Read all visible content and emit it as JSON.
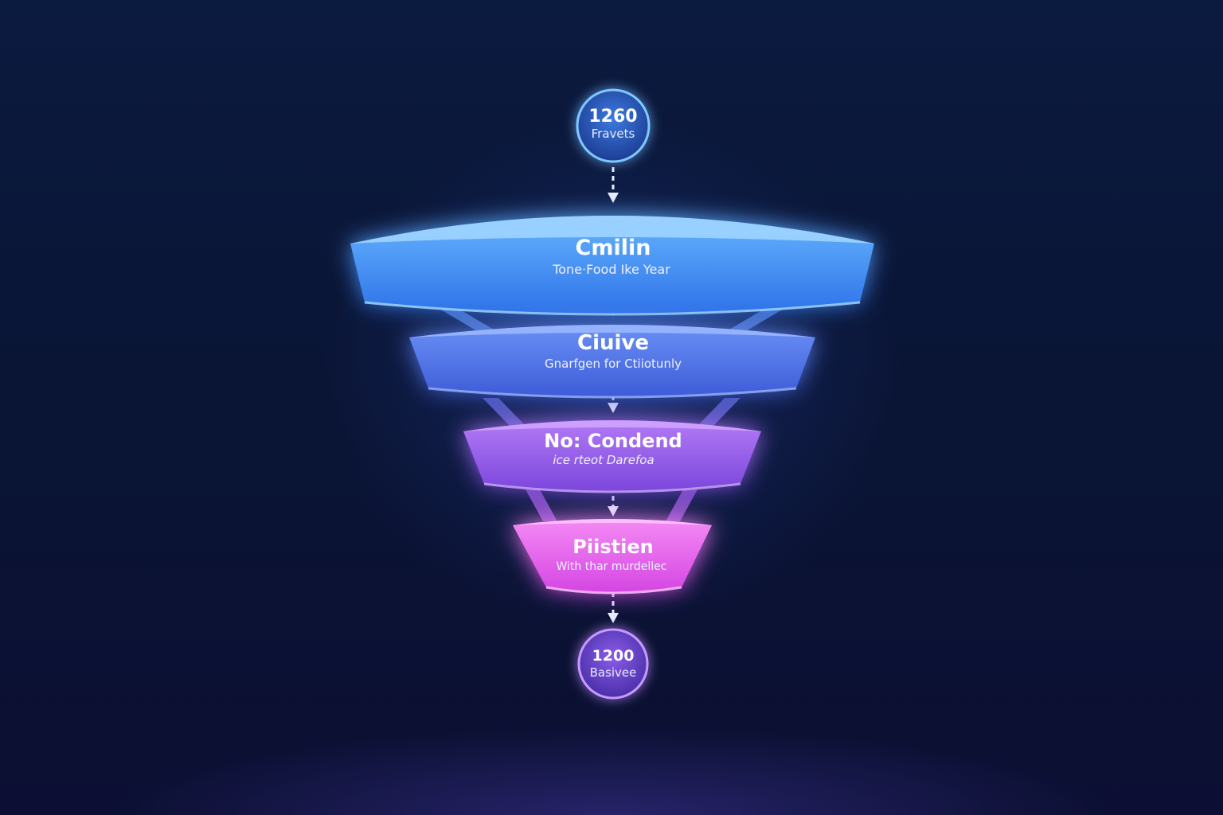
{
  "top_node": {
    "value": "1260",
    "label": "Fravets"
  },
  "stages": [
    {
      "title": "Cmilin",
      "subtitle": "Tone·Food Ike Year",
      "color": "#3d8ef0"
    },
    {
      "title": "Ciuive",
      "subtitle": "Gnarfgen for Ctiiotunly",
      "color": "#4a6ee6"
    },
    {
      "title": "No: Condend",
      "subtitle": "ice rteot Darefoa",
      "color": "#9055e6"
    },
    {
      "title": "Piistien",
      "subtitle": "With thar murdellec",
      "color": "#e060e8"
    }
  ],
  "bottom_node": {
    "value": "1200",
    "label": "Basivee"
  }
}
